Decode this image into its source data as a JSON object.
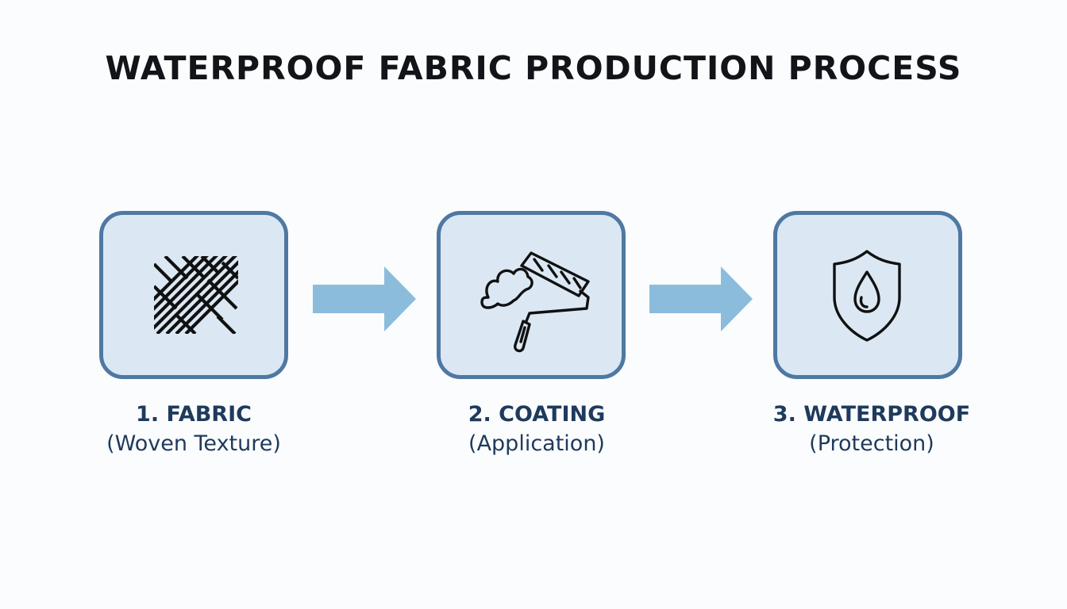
{
  "title": "WATERPROOF FABRIC PRODUCTION PROCESS",
  "colors": {
    "box_fill": "#dbe8f4",
    "box_border": "#4f78a3",
    "arrow": "#8cbcdc",
    "label_text": "#1e3a5c",
    "title_text": "#111418"
  },
  "steps": [
    {
      "name": "1. FABRIC",
      "subtitle": "(Woven Texture)",
      "icon": "woven-fabric-icon"
    },
    {
      "name": "2. COATING",
      "subtitle": "(Application)",
      "icon": "paint-roller-icon"
    },
    {
      "name": "3. WATERPROOF",
      "subtitle": "(Protection)",
      "icon": "shield-water-drop-icon"
    }
  ]
}
